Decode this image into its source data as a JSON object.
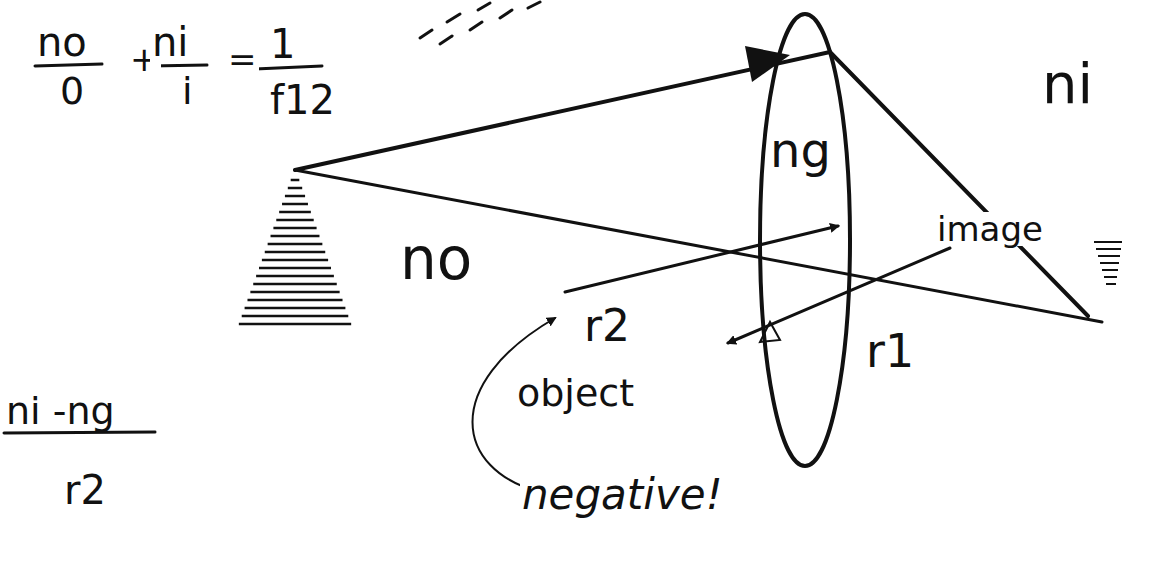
{
  "diagram": {
    "labels": [
      "no",
      "0",
      "+",
      "ni",
      "i",
      "=",
      "1",
      "f12",
      "ni",
      "ng",
      "no",
      "r2",
      "image",
      "r1",
      "object",
      "negative!",
      "ni -ng",
      "r2"
    ]
  }
}
